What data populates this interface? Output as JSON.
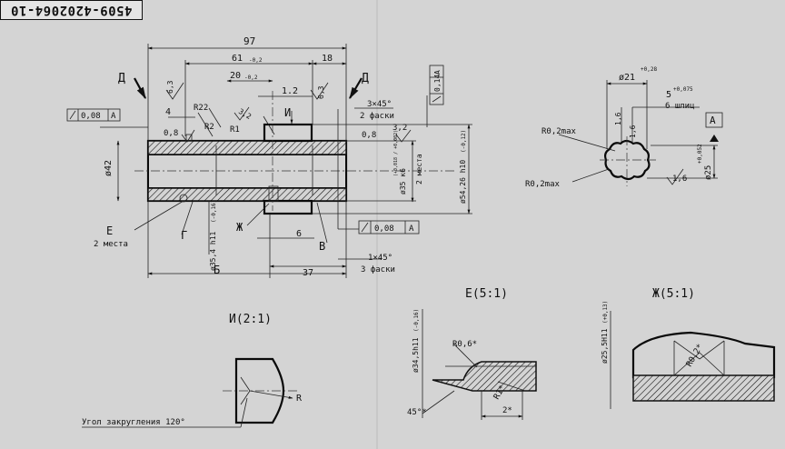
{
  "drawing": {
    "number": "4509-4202064-10",
    "main_view": {
      "dims": {
        "overall": "97",
        "d61": "61",
        "d61_tol": "-0,2",
        "d18": "18",
        "d20": "20",
        "d20_tol": "-0,2",
        "d1_2": "1.2",
        "d4": "4",
        "d6": "6",
        "d37": "37",
        "dia42": "ø42",
        "dia35_4": "ø35,4 h11",
        "dia35_4_tol": "(-0,16)",
        "dia35_k6": "ø35 к6",
        "dia35_k6_tol": "(+0,018 / +0,002)",
        "dia54": "ø54,26 h10",
        "dia54_tol": "(-0,12)",
        "two_places": "2 места",
        "chamfer_3x45": "3×45°",
        "chamfer_3x45_note": "2 фаски",
        "chamfer_1x45": "1×45°",
        "chamfer_1x45_note": "3 фаски"
      },
      "radii": {
        "r22": "R22",
        "r2": "R2",
        "r1": "R1"
      },
      "roughness": {
        "r63_left": "6,3",
        "r63_right": "6,3",
        "r32_top": "3,2",
        "r08_left": "0,8",
        "r08_right": "0,8",
        "r32_right": "3,2"
      },
      "tolerance_frames": [
        {
          "value": "0,08",
          "datum": "A"
        },
        {
          "value": "0,14",
          "datum": "A"
        },
        {
          "value": "0,08",
          "datum": "A"
        }
      ],
      "section_labels": {
        "d_left": "Д",
        "d_right": "Д",
        "i": "И",
        "e": "Е",
        "e_note": "2 места",
        "g": "Г",
        "zh": "Ж",
        "v": "В",
        "b": "Б"
      }
    },
    "spline_section": {
      "dia21": "ø21",
      "dia21_tol": "+0,28",
      "d5": "5",
      "d5_tol": "+0,075",
      "slots": "6 шлиц",
      "r02_top": "R0,2max",
      "r02_bottom": "R0,2max",
      "r16a": "1,6",
      "r16b": "1,6",
      "r16c": "1,6",
      "dia25": "ø25",
      "dia25_tol": "+0,052",
      "datum": "А"
    },
    "detail_i": {
      "title": "И(2:1)",
      "radius": "R",
      "note": "Угол закругления 120°"
    },
    "detail_e": {
      "title": "Е(5:1)",
      "dia": "ø34,5h11",
      "dia_tol": "(-0,16)",
      "r06": "R0,6*",
      "r1": "R1*",
      "angle": "45°*",
      "two": "2*"
    },
    "detail_zh": {
      "title": "Ж(5:1)",
      "dia": "ø25,5H11",
      "dia_tol": "(+0,13)",
      "r02": "R0,2*"
    }
  }
}
